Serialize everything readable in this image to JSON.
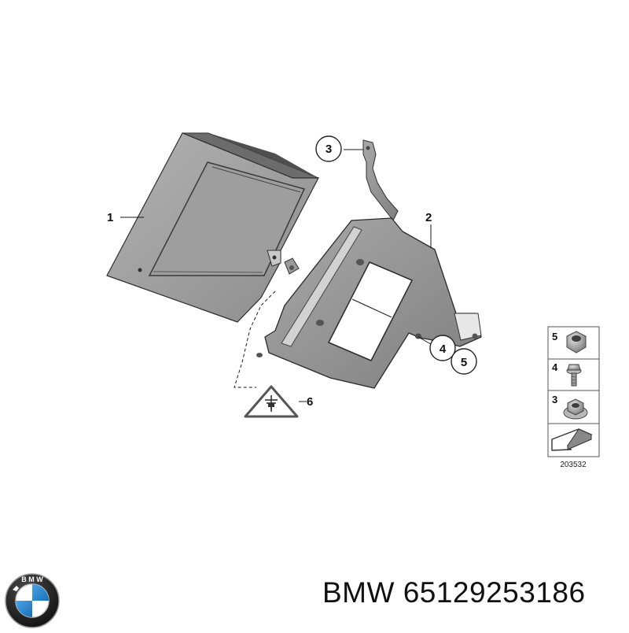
{
  "diagram": {
    "callouts": [
      {
        "id": "1",
        "label": "1"
      },
      {
        "id": "2",
        "label": "2"
      },
      {
        "id": "3",
        "label": "3"
      },
      {
        "id": "4",
        "label": "4"
      },
      {
        "id": "5",
        "label": "5"
      },
      {
        "id": "6",
        "label": "6"
      }
    ],
    "legend": {
      "rows": [
        {
          "label": "5",
          "icon": "hex-nut-icon"
        },
        {
          "label": "4",
          "icon": "flange-bolt-icon"
        },
        {
          "label": "3",
          "icon": "flange-nut-icon"
        }
      ],
      "arrow_icon": "direction-arrow-icon",
      "diagram_number": "203532"
    },
    "ground_symbol": "ground-connection-warning-icon",
    "colors": {
      "part_fill": "#9a9a9a",
      "part_dark": "#5f5f5f",
      "part_light": "#c4c4c4",
      "line": "#1a1a1a"
    }
  },
  "brand": {
    "logo": "BMW",
    "caption": "BMW 65129253186"
  }
}
